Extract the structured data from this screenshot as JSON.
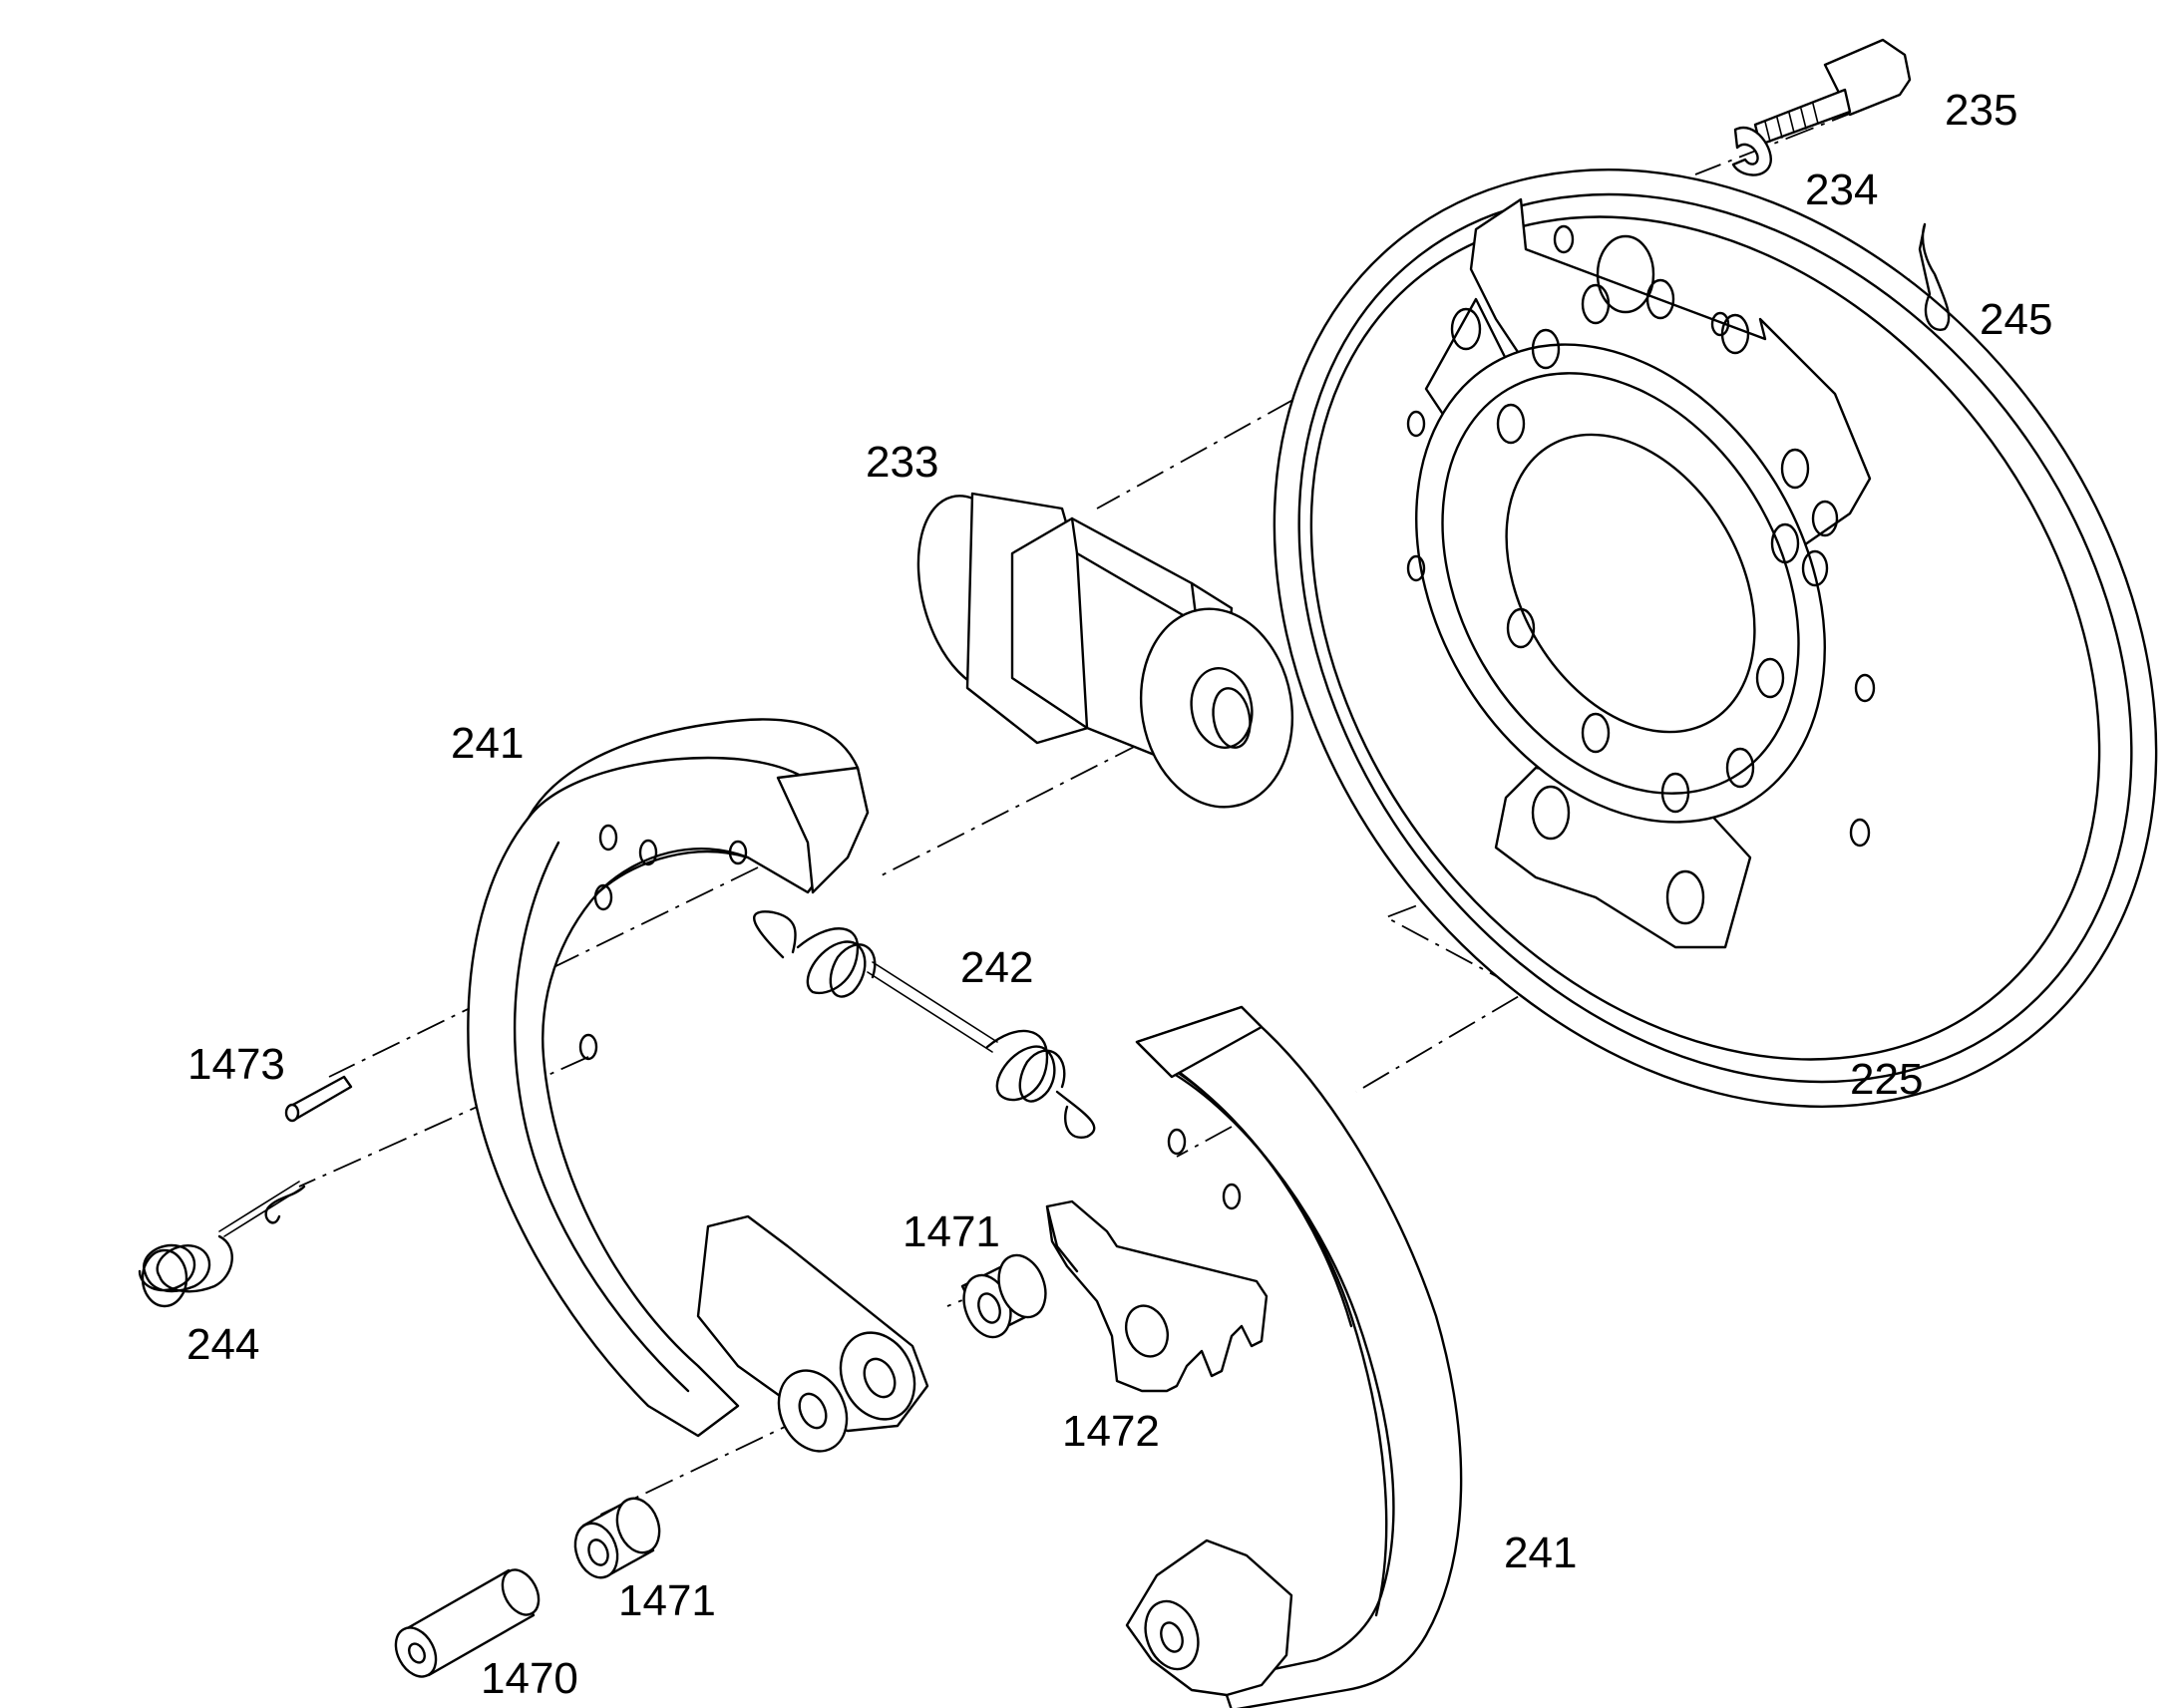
{
  "diagram": {
    "labels": {
      "p235": "235",
      "p234": "234",
      "p245": "245",
      "p233": "233",
      "p225": "225",
      "p241_top": "241",
      "p241_bottom": "241",
      "p242": "242",
      "p1473": "1473",
      "p244": "244",
      "p1471_mid": "1471",
      "p1472": "1472",
      "p1471_low": "1471",
      "p1470": "1470"
    }
  }
}
